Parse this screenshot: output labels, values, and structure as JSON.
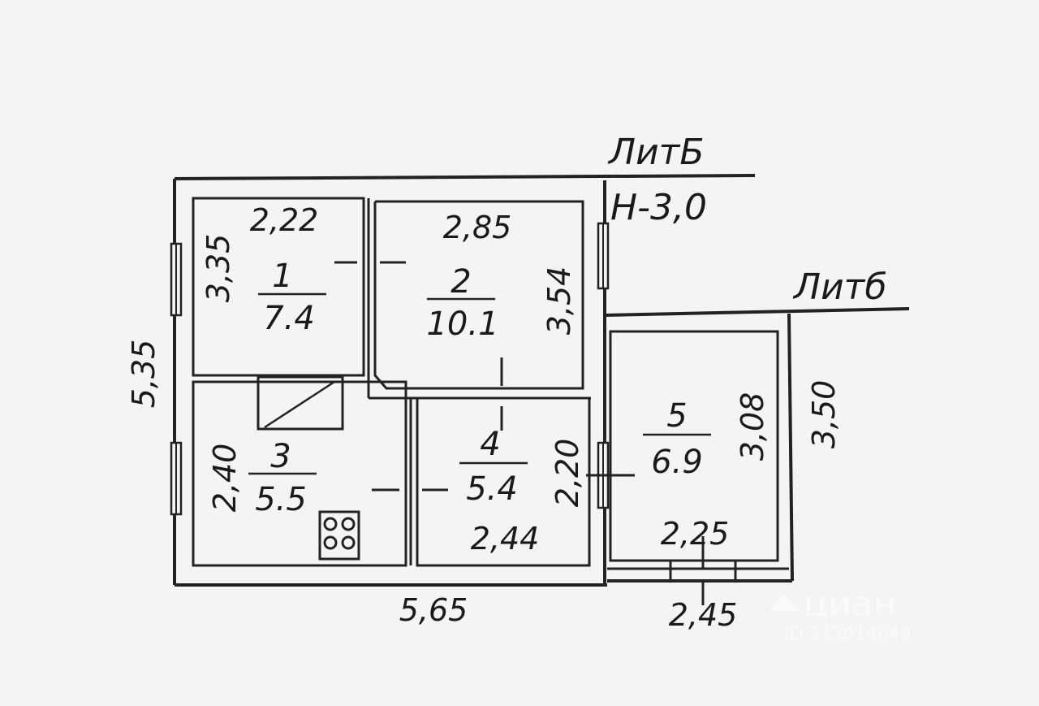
{
  "labels": {
    "lit_upper": "ЛитБ",
    "height": "Н-3,0",
    "lit_lower": "Литб"
  },
  "rooms": [
    {
      "number": "1",
      "area": "7.4"
    },
    {
      "number": "2",
      "area": "10.1"
    },
    {
      "number": "3",
      "area": "5.5"
    },
    {
      "number": "4",
      "area": "5.4"
    },
    {
      "number": "5",
      "area": "6.9"
    }
  ],
  "dimensions": {
    "total_height": "5,35",
    "total_width": "5,65",
    "room1_width": "2,22",
    "room1_height": "3,35",
    "room2_width": "2,85",
    "room2_height": "3,54",
    "room3_height": "2,40",
    "room4_width": "2,44",
    "room4_height": "2,20",
    "room5_height": "3,08",
    "room5_width": "2,25",
    "annex_height": "3,50",
    "annex_width": "2,45"
  },
  "watermark": {
    "brand": "циан",
    "id": "ID 313014940"
  },
  "icons": {
    "stove": "stove-icon"
  }
}
